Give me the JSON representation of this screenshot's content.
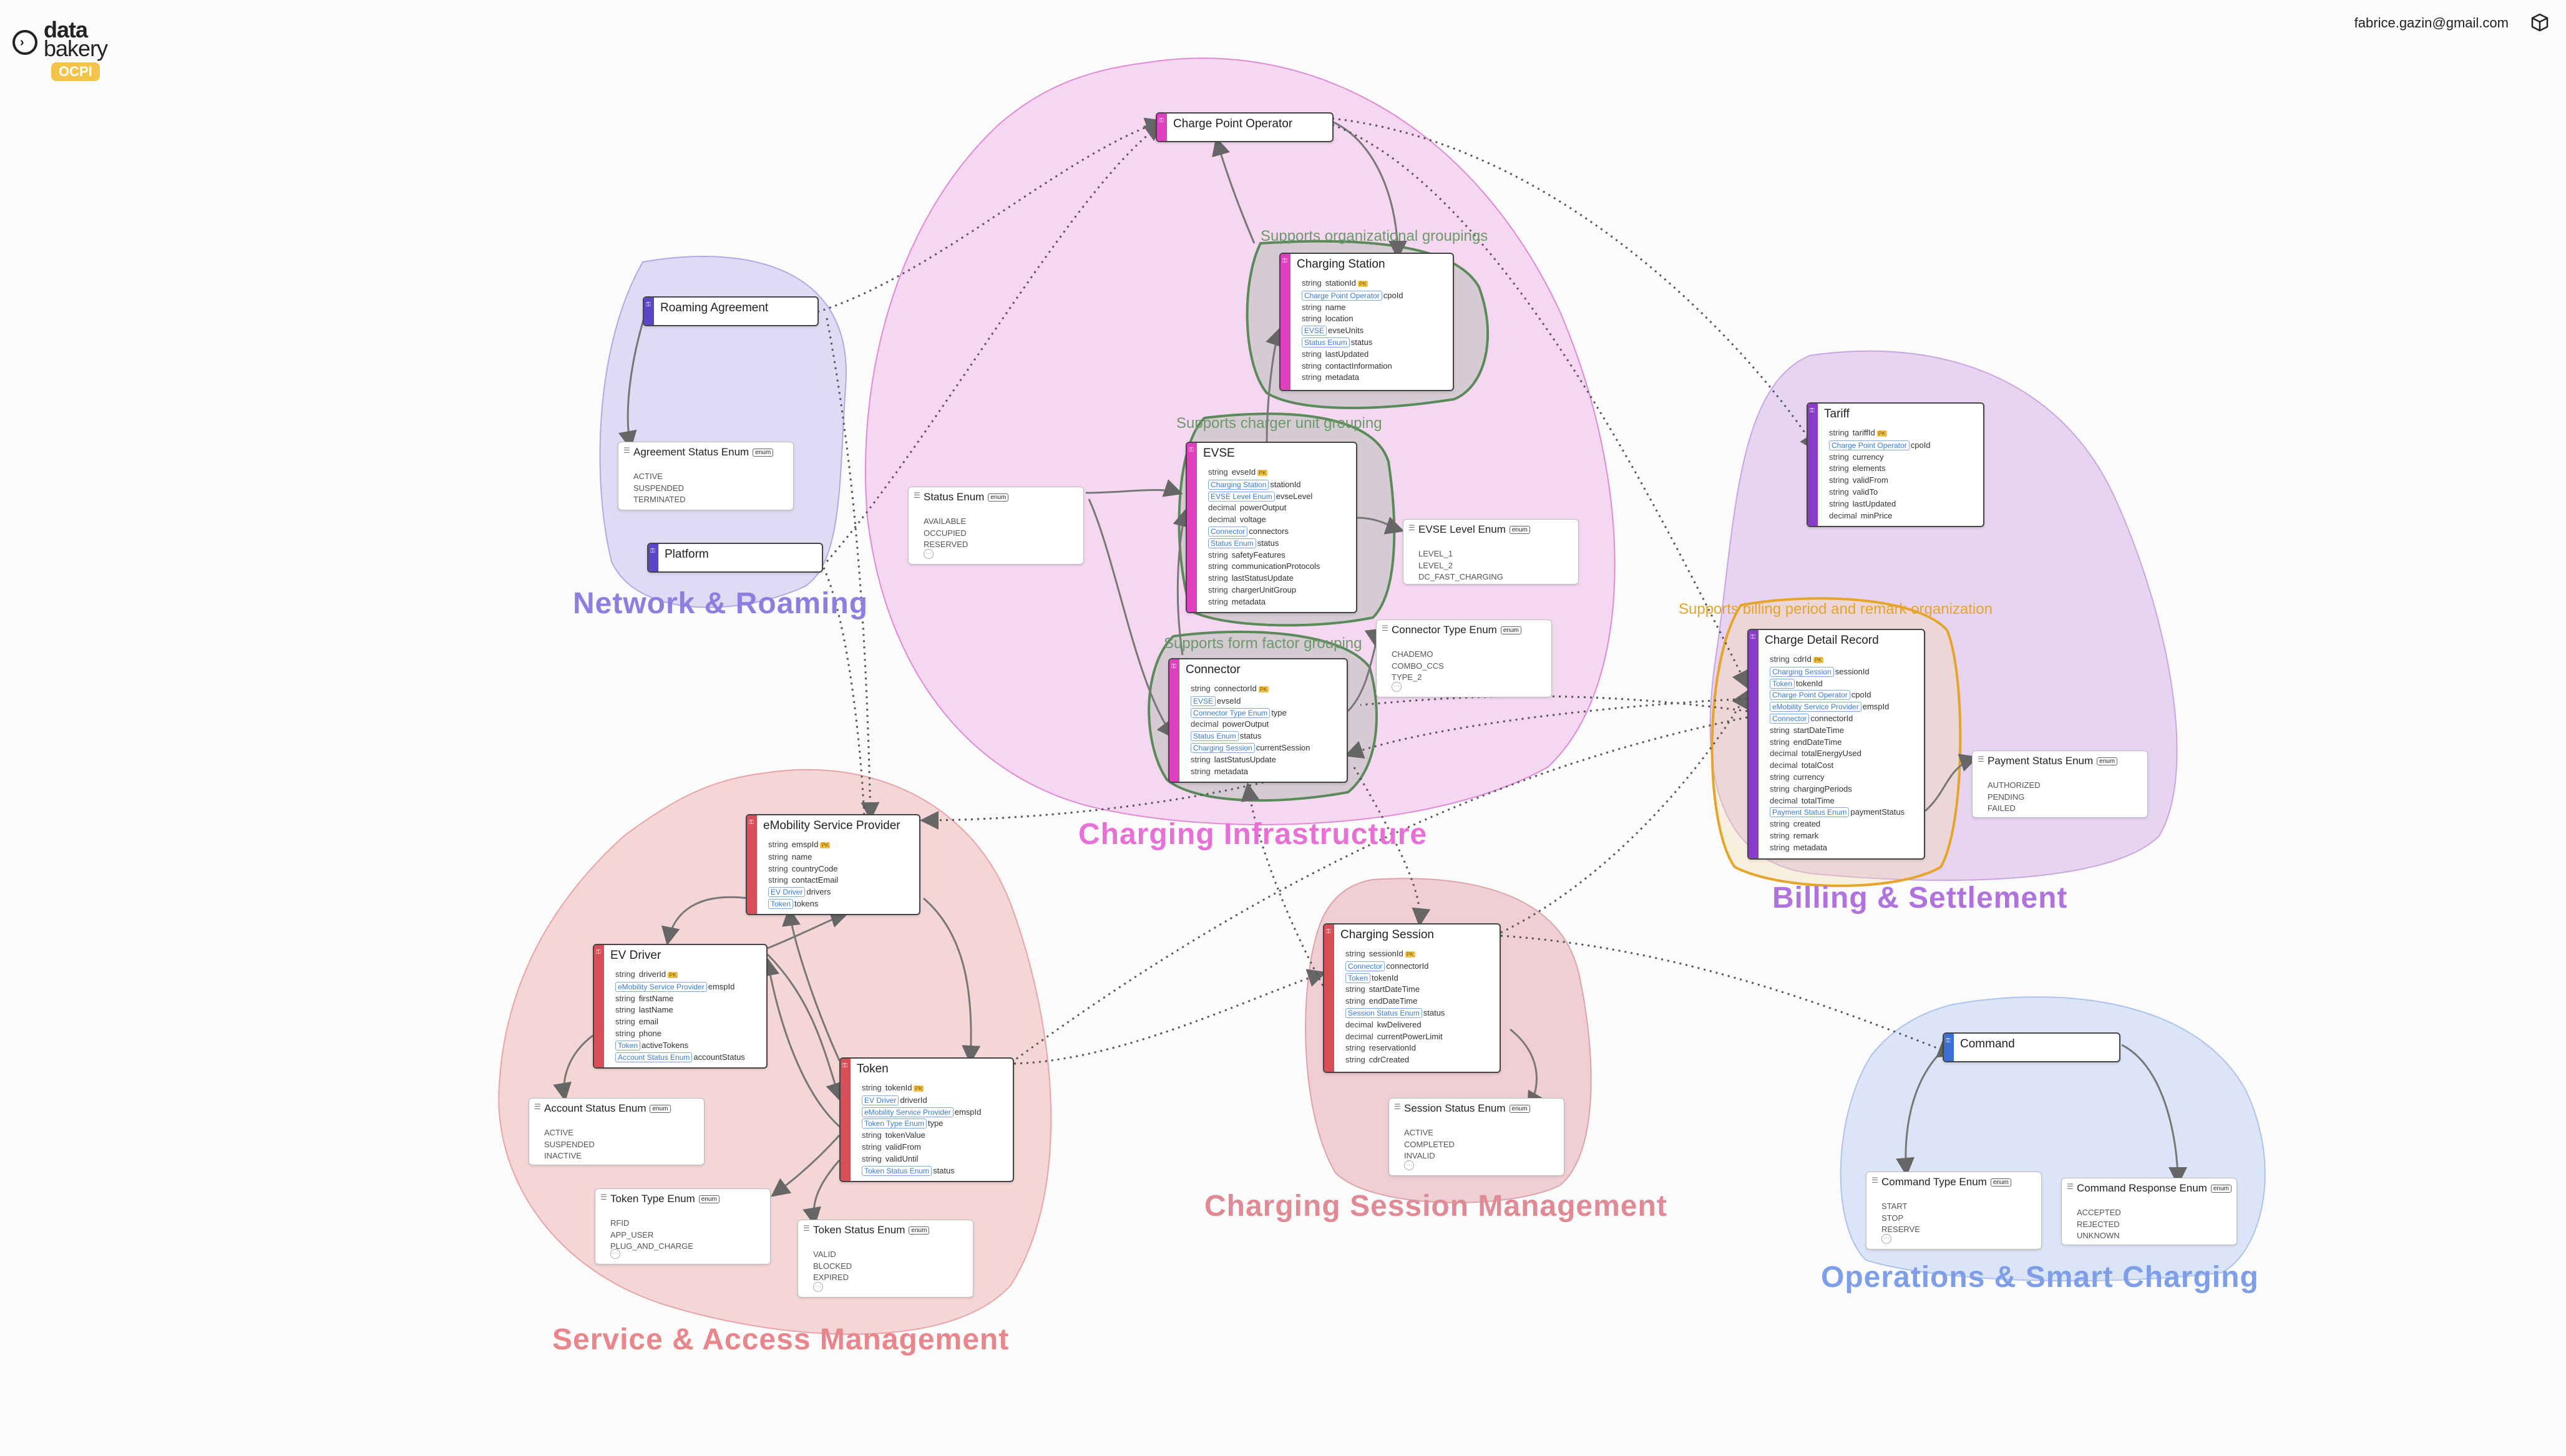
{
  "header": {
    "logo_line1": "data",
    "logo_line2": "bakery",
    "logo_badge": "OCPI",
    "user_email": "fabrice.gazin@gmail.com"
  },
  "colors": {
    "charging_infrastructure": "#e565d0",
    "network_roaming": "#5b46c8",
    "service_access": "#d94f58",
    "session": "#d94f58",
    "billing": "#8a3cc9",
    "operations": "#3b6fd4",
    "subgroup_green": "#5a8a5a",
    "subgroup_orange": "#e5a52a"
  },
  "groups": {
    "charging_infrastructure": "Charging Infrastructure",
    "network_roaming": "Network & Roaming",
    "service_access": "Service & Access Management",
    "charging_session": "Charging Session Management",
    "billing": "Billing & Settlement",
    "operations": "Operations & Smart Charging"
  },
  "subgroups": {
    "org": "Supports organizational groupings",
    "unit": "Supports charger unit grouping",
    "form": "Supports form factor grouping",
    "billing": "Supports billing period and remark organization"
  },
  "entities": {
    "cpo": {
      "title": "Charge Point Operator",
      "rows": []
    },
    "station": {
      "title": "Charging Station",
      "rows": [
        {
          "type": "string",
          "name": "stationId",
          "pk": "PK"
        },
        {
          "ref": "Charge Point Operator",
          "name": "cpoId"
        },
        {
          "type": "string",
          "name": "name"
        },
        {
          "type": "string",
          "name": "location"
        },
        {
          "ref": "EVSE",
          "name": "evseUnits"
        },
        {
          "ref": "Status Enum",
          "name": "status"
        },
        {
          "type": "string",
          "name": "lastUpdated"
        },
        {
          "type": "string",
          "name": "contactInformation"
        },
        {
          "type": "string",
          "name": "metadata"
        }
      ]
    },
    "evse": {
      "title": "EVSE",
      "rows": [
        {
          "type": "string",
          "name": "evseId",
          "pk": "PK"
        },
        {
          "ref": "Charging Station",
          "name": "stationId"
        },
        {
          "ref": "EVSE Level Enum",
          "name": "evseLevel"
        },
        {
          "type": "decimal",
          "name": "powerOutput"
        },
        {
          "type": "decimal",
          "name": "voltage"
        },
        {
          "ref": "Connector",
          "name": "connectors"
        },
        {
          "ref": "Status Enum",
          "name": "status"
        },
        {
          "type": "string",
          "name": "safetyFeatures"
        },
        {
          "type": "string",
          "name": "communicationProtocols"
        },
        {
          "type": "string",
          "name": "lastStatusUpdate"
        },
        {
          "type": "string",
          "name": "chargerUnitGroup"
        },
        {
          "type": "string",
          "name": "metadata"
        }
      ]
    },
    "connector": {
      "title": "Connector",
      "rows": [
        {
          "type": "string",
          "name": "connectorId",
          "pk": "PK"
        },
        {
          "ref": "EVSE",
          "name": "evseId"
        },
        {
          "ref": "Connector Type Enum",
          "name": "type"
        },
        {
          "type": "decimal",
          "name": "powerOutput"
        },
        {
          "ref": "Status Enum",
          "name": "status"
        },
        {
          "ref": "Charging Session",
          "name": "currentSession"
        },
        {
          "type": "string",
          "name": "lastStatusUpdate"
        },
        {
          "type": "string",
          "name": "metadata"
        }
      ]
    },
    "roaming": {
      "title": "Roaming Agreement",
      "rows": []
    },
    "platform": {
      "title": "Platform",
      "rows": []
    },
    "emsp": {
      "title": "eMobility Service Provider",
      "rows": [
        {
          "type": "string",
          "name": "emspId",
          "pk": "PK"
        },
        {
          "type": "string",
          "name": "name"
        },
        {
          "type": "string",
          "name": "countryCode"
        },
        {
          "type": "string",
          "name": "contactEmail"
        },
        {
          "ref": "EV Driver",
          "name": "drivers"
        },
        {
          "ref": "Token",
          "name": "tokens"
        }
      ]
    },
    "driver": {
      "title": "EV Driver",
      "rows": [
        {
          "type": "string",
          "name": "driverId",
          "pk": "PK"
        },
        {
          "ref": "eMobility Service Provider",
          "name": "emspId"
        },
        {
          "type": "string",
          "name": "firstName"
        },
        {
          "type": "string",
          "name": "lastName"
        },
        {
          "type": "string",
          "name": "email"
        },
        {
          "type": "string",
          "name": "phone"
        },
        {
          "ref": "Token",
          "name": "activeTokens"
        },
        {
          "ref": "Account Status Enum",
          "name": "accountStatus"
        }
      ]
    },
    "token": {
      "title": "Token",
      "rows": [
        {
          "type": "string",
          "name": "tokenId",
          "pk": "PK"
        },
        {
          "ref": "EV Driver",
          "name": "driverId"
        },
        {
          "ref": "eMobility Service Provider",
          "name": "emspId"
        },
        {
          "ref": "Token Type Enum",
          "name": "type"
        },
        {
          "type": "string",
          "name": "tokenValue"
        },
        {
          "type": "string",
          "name": "validFrom"
        },
        {
          "type": "string",
          "name": "validUntil"
        },
        {
          "ref": "Token Status Enum",
          "name": "status"
        }
      ]
    },
    "session": {
      "title": "Charging Session",
      "rows": [
        {
          "type": "string",
          "name": "sessionId",
          "pk": "PK"
        },
        {
          "ref": "Connector",
          "name": "connectorId"
        },
        {
          "ref": "Token",
          "name": "tokenId"
        },
        {
          "type": "string",
          "name": "startDateTime"
        },
        {
          "type": "string",
          "name": "endDateTime"
        },
        {
          "ref": "Session Status Enum",
          "name": "status"
        },
        {
          "type": "decimal",
          "name": "kwDelivered"
        },
        {
          "type": "decimal",
          "name": "currentPowerLimit"
        },
        {
          "type": "string",
          "name": "reservationId"
        },
        {
          "type": "string",
          "name": "cdrCreated"
        }
      ]
    },
    "tariff": {
      "title": "Tariff",
      "rows": [
        {
          "type": "string",
          "name": "tariffId",
          "pk": "PK"
        },
        {
          "ref": "Charge Point Operator",
          "name": "cpoId"
        },
        {
          "type": "string",
          "name": "currency"
        },
        {
          "type": "string",
          "name": "elements"
        },
        {
          "type": "string",
          "name": "validFrom"
        },
        {
          "type": "string",
          "name": "validTo"
        },
        {
          "type": "string",
          "name": "lastUpdated"
        },
        {
          "type": "decimal",
          "name": "minPrice"
        }
      ]
    },
    "cdr": {
      "title": "Charge Detail Record",
      "rows": [
        {
          "type": "string",
          "name": "cdrId",
          "pk": "PK"
        },
        {
          "ref": "Charging Session",
          "name": "sessionId"
        },
        {
          "ref": "Token",
          "name": "tokenId"
        },
        {
          "ref": "Charge Point Operator",
          "name": "cpoId"
        },
        {
          "ref": "eMobility Service Provider",
          "name": "emspId"
        },
        {
          "ref": "Connector",
          "name": "connectorId"
        },
        {
          "type": "string",
          "name": "startDateTime"
        },
        {
          "type": "string",
          "name": "endDateTime"
        },
        {
          "type": "decimal",
          "name": "totalEnergyUsed"
        },
        {
          "type": "decimal",
          "name": "totalCost"
        },
        {
          "type": "string",
          "name": "currency"
        },
        {
          "type": "string",
          "name": "chargingPeriods"
        },
        {
          "type": "decimal",
          "name": "totalTime"
        },
        {
          "ref": "Payment Status Enum",
          "name": "paymentStatus"
        },
        {
          "type": "string",
          "name": "created"
        },
        {
          "type": "string",
          "name": "remark"
        },
        {
          "type": "string",
          "name": "metadata"
        }
      ]
    },
    "command": {
      "title": "Command",
      "rows": []
    }
  },
  "enums": {
    "agreement_status": {
      "title": "Agreement Status Enum",
      "tag": "enum",
      "values": [
        "ACTIVE",
        "SUSPENDED",
        "TERMINATED"
      ]
    },
    "status": {
      "title": "Status Enum",
      "tag": "enum",
      "values": [
        "AVAILABLE",
        "OCCUPIED",
        "RESERVED"
      ]
    },
    "evse_level": {
      "title": "EVSE Level Enum",
      "tag": "enum",
      "values": [
        "LEVEL_1",
        "LEVEL_2",
        "DC_FAST_CHARGING"
      ]
    },
    "connector_type": {
      "title": "Connector Type Enum",
      "tag": "enum",
      "values": [
        "CHADEMO",
        "COMBO_CCS",
        "TYPE_2"
      ]
    },
    "account_status": {
      "title": "Account Status Enum",
      "tag": "enum",
      "values": [
        "ACTIVE",
        "SUSPENDED",
        "INACTIVE"
      ]
    },
    "token_type": {
      "title": "Token Type Enum",
      "tag": "enum",
      "values": [
        "RFID",
        "APP_USER",
        "PLUG_AND_CHARGE"
      ]
    },
    "token_status": {
      "title": "Token Status Enum",
      "tag": "enum",
      "values": [
        "VALID",
        "BLOCKED",
        "EXPIRED"
      ]
    },
    "session_status": {
      "title": "Session Status Enum",
      "tag": "enum",
      "values": [
        "ACTIVE",
        "COMPLETED",
        "INVALID"
      ]
    },
    "payment_status": {
      "title": "Payment Status Enum",
      "tag": "enum",
      "values": [
        "AUTHORIZED",
        "PENDING",
        "FAILED"
      ]
    },
    "command_type": {
      "title": "Command Type Enum",
      "tag": "enum",
      "values": [
        "START",
        "STOP",
        "RESERVE"
      ]
    },
    "command_response": {
      "title": "Command Response Enum",
      "tag": "enum",
      "values": [
        "ACCEPTED",
        "REJECTED",
        "UNKNOWN"
      ]
    }
  }
}
